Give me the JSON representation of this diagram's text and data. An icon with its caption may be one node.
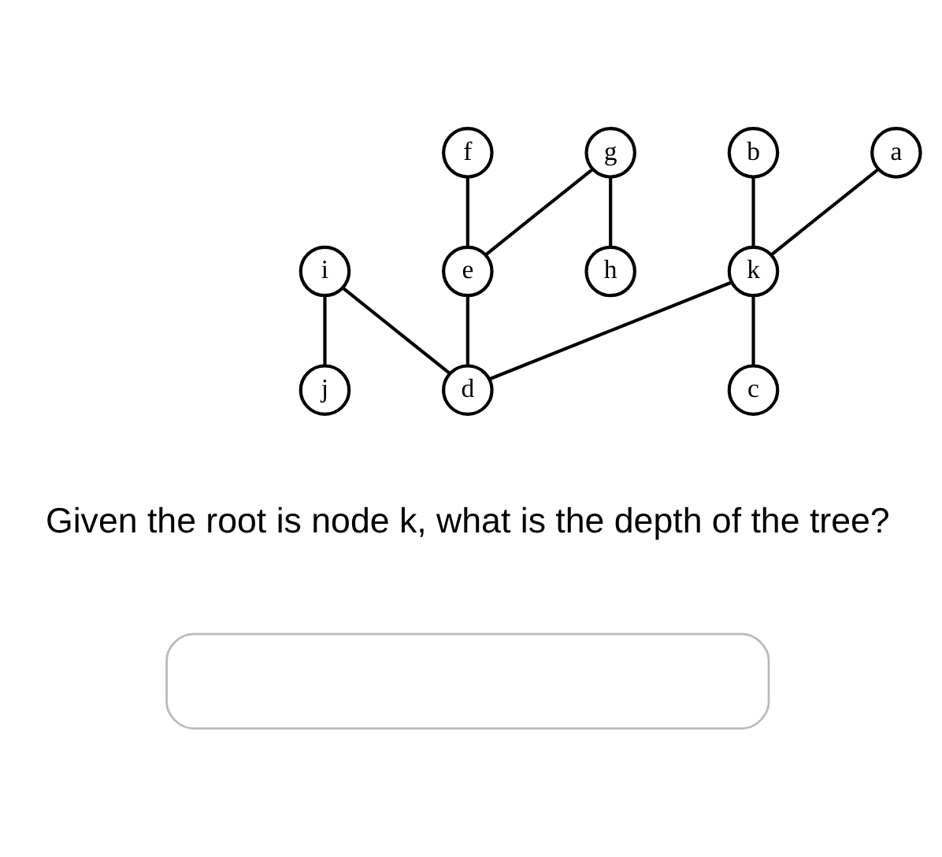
{
  "diagram": {
    "nodes": [
      {
        "text": [
          "f"
        ]
      },
      {
        "text": [
          "a"
        ]
      },
      {
        "text": [
          "g"
        ]
      },
      {
        "text": [
          "e"
        ]
      },
      {
        "text": [
          "i"
        ]
      },
      {
        "text": [
          "h"
        ]
      },
      {
        "text": [
          "k"
        ]
      },
      {
        "text": [
          "b"
        ]
      },
      {
        "text": [
          "j"
        ]
      },
      {
        "text": [
          "d"
        ]
      },
      {
        "text": [
          "c"
        ]
      },
      {
        "text": [],
        "shape": "box"
      }
    ],
    "edges": [
      {
        "from": 0,
        "to": 3,
        "arrow": "none"
      },
      {
        "from": 2,
        "to": 3,
        "arrow": "none"
      },
      {
        "from": 2,
        "to": 5,
        "arrow": "none"
      },
      {
        "from": 1,
        "to": 6,
        "arrow": "none"
      },
      {
        "from": 3,
        "to": 9,
        "arrow": "none"
      },
      {
        "from": 4,
        "to": 9,
        "arrow": "none"
      },
      {
        "from": 4,
        "to": 8,
        "arrow": "none"
      },
      {
        "from": 7,
        "to": 6,
        "arrow": "none"
      },
      {
        "from": 6,
        "to": 9,
        "arrow": "none"
      },
      {
        "from": 6,
        "to": 10,
        "arrow": "none"
      }
    ],
    "labels": [
      "Given the root is node k, what is the depth of the tree?"
    ]
  }
}
